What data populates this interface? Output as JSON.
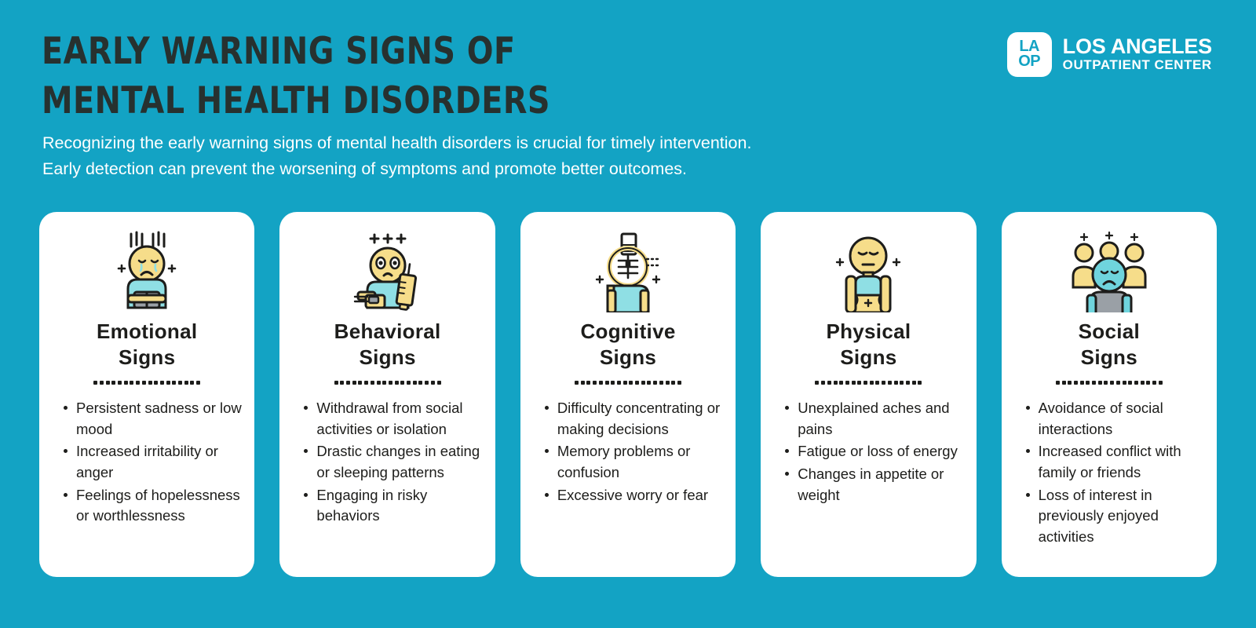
{
  "theme": {
    "background": "#13a3c4",
    "card_background": "#ffffff",
    "title_color": "#27312f",
    "text_color": "#1d1d1b",
    "accent_yellow": "#f6dd8a",
    "accent_teal": "#8fdfe4",
    "accent_grey": "#9aa0a6",
    "outline": "#1d1d1b"
  },
  "header": {
    "title_line1": "EARLY WARNING SIGNS OF",
    "title_line2": "MENTAL HEALTH DISORDERS",
    "subtitle_line1": "Recognizing the early warning signs of mental health disorders is crucial for timely intervention.",
    "subtitle_line2": "Early detection can prevent the worsening of symptoms and promote better outcomes."
  },
  "logo": {
    "mark_line1": "LA",
    "mark_line2": "OP",
    "name_line1": "LOS ANGELES",
    "name_line2": "OUTPATIENT CENTER"
  },
  "cards": [
    {
      "icon": "sad-person-crying-icon",
      "title_line1": "Emotional",
      "title_line2": "Signs",
      "bullets": [
        "Persistent sadness or low mood",
        "Increased irritability or anger",
        "Feelings of hopelessness or worthlessness"
      ]
    },
    {
      "icon": "person-with-syringe-icon",
      "title_line1": "Behavioral",
      "title_line2": "Signs",
      "bullets": [
        "Withdrawal from social activities or isolation",
        "Drastic changes in eating or sleeping patterns",
        "Engaging in risky behaviors"
      ]
    },
    {
      "icon": "brain-maze-head-icon",
      "title_line1": "Cognitive",
      "title_line2": "Signs",
      "bullets": [
        "Difficulty concentrating or making decisions",
        "Memory problems or confusion",
        "Excessive worry or fear"
      ]
    },
    {
      "icon": "tired-person-body-ache-icon",
      "title_line1": "Physical",
      "title_line2": "Signs",
      "bullets": [
        "Unexplained aches and pains",
        "Fatigue or loss of energy",
        "Changes in appetite or weight"
      ]
    },
    {
      "icon": "group-isolation-icon",
      "title_line1": "Social",
      "title_line2": "Signs",
      "bullets": [
        "Avoidance of social interactions",
        "Increased conflict with family or friends",
        "Loss of interest in previously enjoyed activities"
      ]
    }
  ],
  "divider_dot_count": 18
}
